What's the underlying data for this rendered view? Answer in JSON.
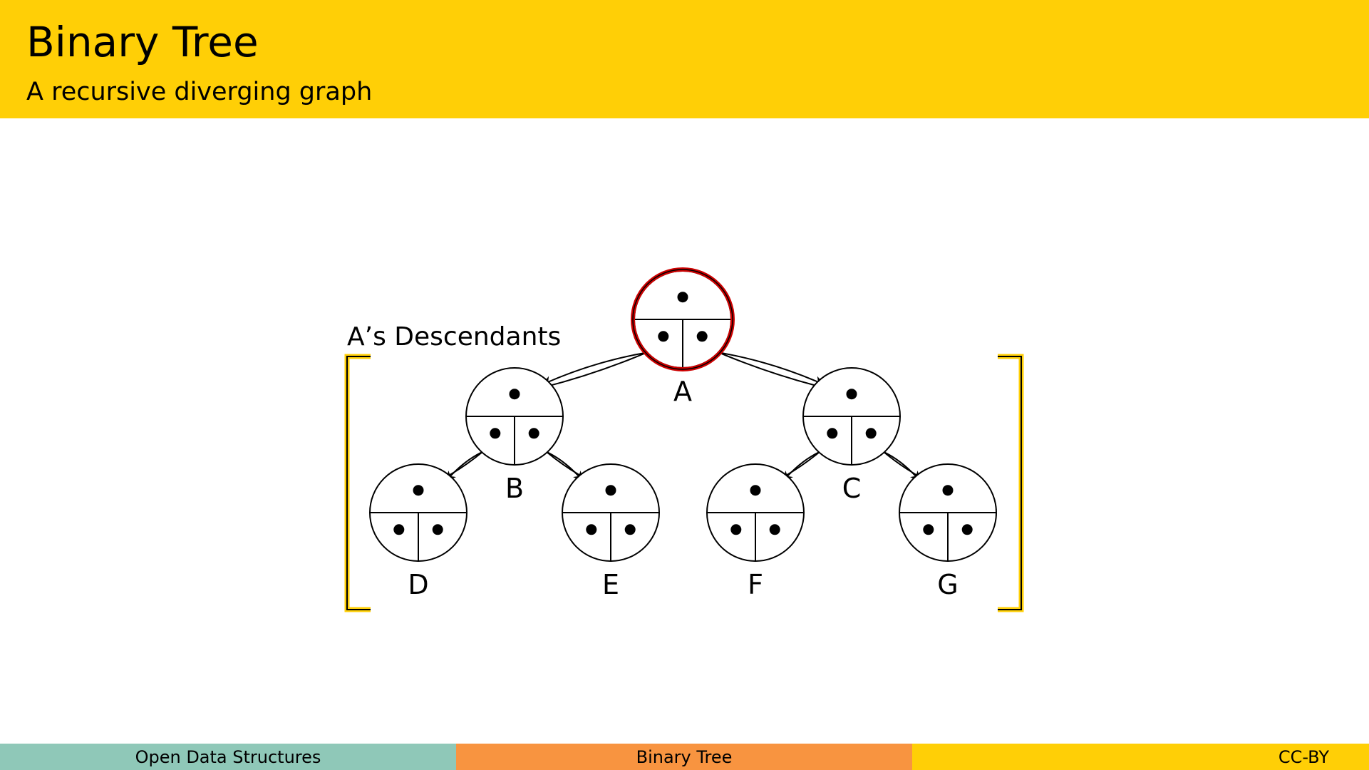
{
  "slide": {
    "title": "Binary Tree",
    "subtitle": "A recursive diverging graph"
  },
  "diagram": {
    "group_label": "A’s Descendants",
    "highlighted_node": "A",
    "nodes": [
      {
        "id": "A",
        "label": "A",
        "parent": null
      },
      {
        "id": "B",
        "label": "B",
        "parent": "A"
      },
      {
        "id": "C",
        "label": "C",
        "parent": "A"
      },
      {
        "id": "D",
        "label": "D",
        "parent": "B"
      },
      {
        "id": "E",
        "label": "E",
        "parent": "B"
      },
      {
        "id": "F",
        "label": "F",
        "parent": "C"
      },
      {
        "id": "G",
        "label": "G",
        "parent": "C"
      }
    ],
    "colors": {
      "header": "#ffcf06",
      "highlight": "#cc0000",
      "bracket": "#ffcf06",
      "footer_left": "#8fc8b8",
      "footer_mid": "#f89440",
      "footer_right": "#ffcf06"
    }
  },
  "footer": {
    "left": "Open Data Structures",
    "center": "Binary Tree",
    "right": "CC-BY"
  }
}
